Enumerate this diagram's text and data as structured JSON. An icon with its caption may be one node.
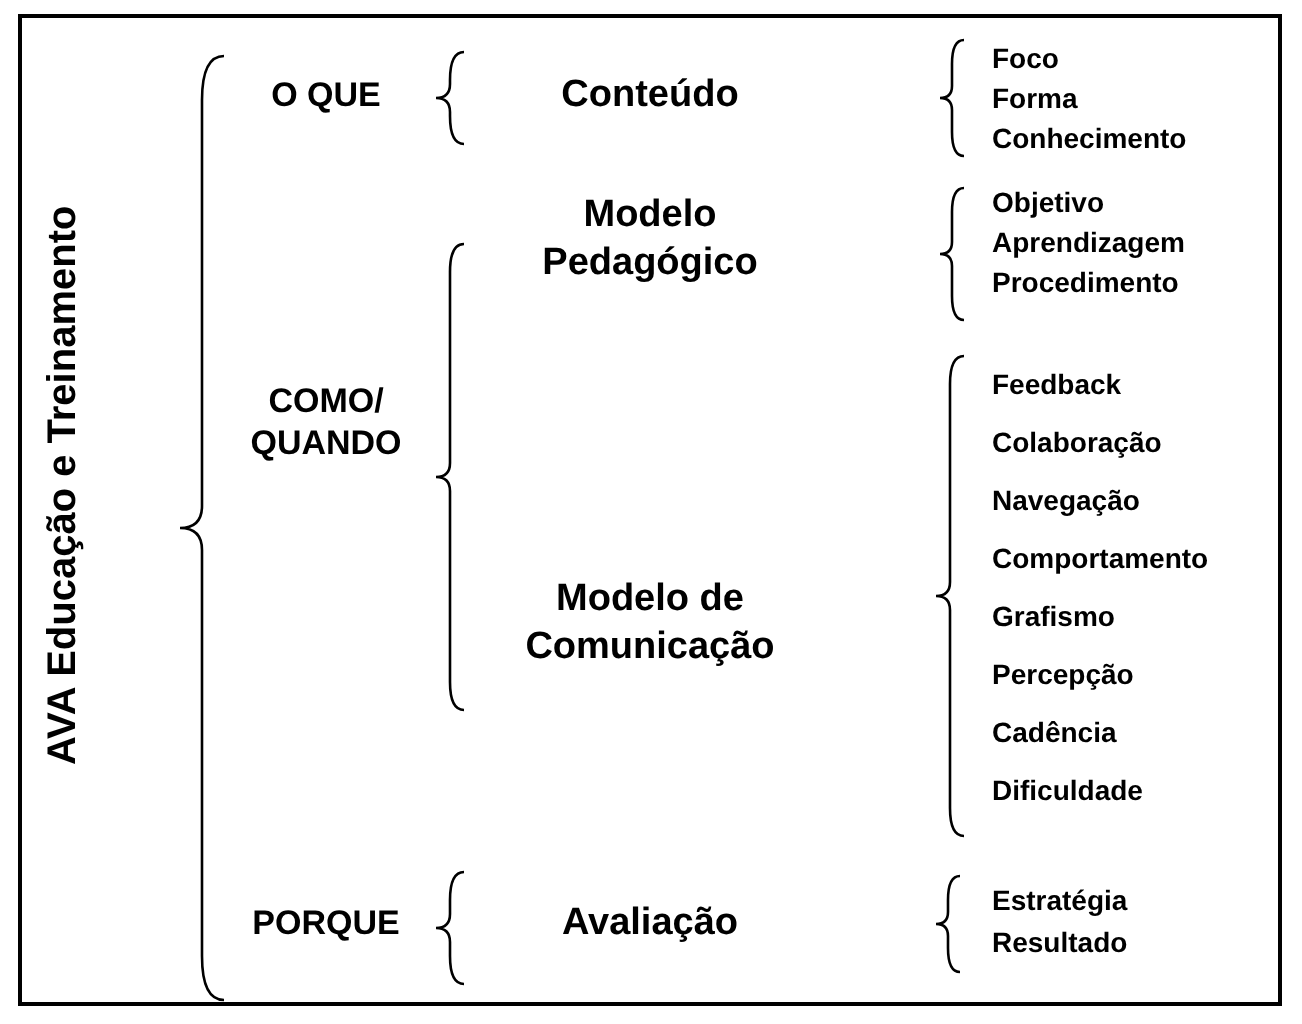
{
  "diagram": {
    "labels": [
      "AVA Educação e Treinamento",
      "O QUE",
      "Conteúdo",
      "Foco",
      "Forma",
      "Conhecimento",
      "Modelo Pedagógico",
      "Objetivo",
      "Aprendizagem",
      "Procedimento",
      "COMO/ QUANDO",
      "Feedback",
      "Colaboração",
      "Navegação",
      "Comportamento",
      "Modelo de Comunicação",
      "Grafismo",
      "Percepção",
      "Cadência",
      "Dificuldade",
      "PORQUE",
      "Avaliação",
      "Estratégia",
      "Resultado"
    ]
  }
}
